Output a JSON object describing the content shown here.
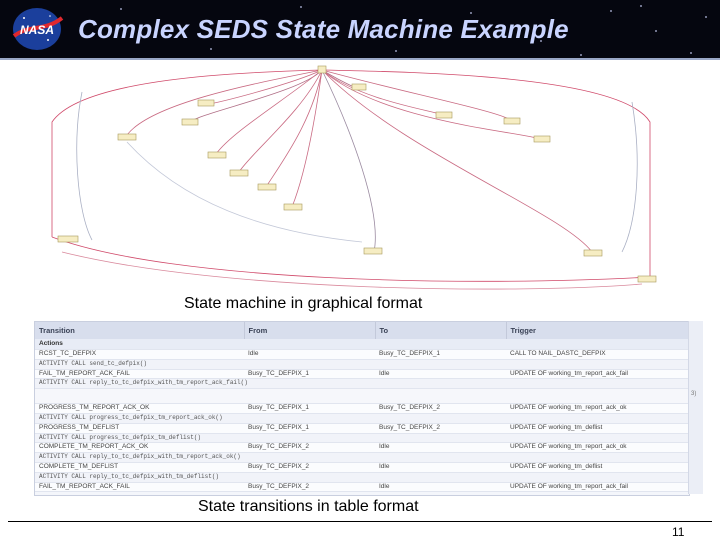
{
  "slide": {
    "title": "Complex SEDS State Machine Example",
    "logo_text": "NASA",
    "caption_graph": "State machine in graphical format",
    "caption_table": "State transitions in table format",
    "page_number": "11"
  },
  "colors": {
    "header_bg": "#05060f",
    "title": "#c9d4ff",
    "edge": "#d04a6a",
    "state_box": "#f6edc3",
    "table_header": "#d8deed"
  },
  "table": {
    "headers": [
      "Transition",
      "From",
      "To",
      "Trigger"
    ],
    "section_label": "Actions",
    "side_note": "3)",
    "rows": [
      {
        "kind": "trans",
        "cells": [
          "RCST_TC_DEFPIX",
          "Idle",
          "Busy_TC_DEFPIX_1",
          "CALL TO NAIL_DASTC_DEFPIX"
        ]
      },
      {
        "kind": "act",
        "cells": [
          "ACTIVITY CALL send_tc_defpix()",
          "",
          "",
          ""
        ]
      },
      {
        "kind": "trans",
        "cells": [
          "FAIL_TM_REPORT_ACK_FAIL",
          "Busy_TC_DEFPIX_1",
          "Idle",
          "UPDATE OF working_tm_report_ack_fail"
        ]
      },
      {
        "kind": "act",
        "cells": [
          "ACTIVITY CALL reply_to_tc_defpix_with_tm_report_ack_fail()",
          "",
          "",
          ""
        ]
      },
      {
        "kind": "gap",
        "cells": [
          "",
          "",
          "",
          ""
        ]
      },
      {
        "kind": "trans",
        "cells": [
          "PROGRESS_TM_REPORT_ACK_OK",
          "Busy_TC_DEFPIX_1",
          "Busy_TC_DEFPIX_2",
          "UPDATE OF working_tm_report_ack_ok"
        ]
      },
      {
        "kind": "act",
        "cells": [
          "ACTIVITY CALL progress_tc_defpix_tm_report_ack_ok()",
          "",
          "",
          ""
        ]
      },
      {
        "kind": "trans",
        "cells": [
          "PROGRESS_TM_DEFLIST",
          "Busy_TC_DEFPIX_1",
          "Busy_TC_DEFPIX_2",
          "UPDATE OF working_tm_deflist"
        ]
      },
      {
        "kind": "act",
        "cells": [
          "ACTIVITY CALL progress_tc_defpix_tm_deflist()",
          "",
          "",
          ""
        ]
      },
      {
        "kind": "trans",
        "cells": [
          "COMPLETE_TM_REPORT_ACK_OK",
          "Busy_TC_DEFPIX_2",
          "Idle",
          "UPDATE OF working_tm_report_ack_ok"
        ]
      },
      {
        "kind": "act",
        "cells": [
          "ACTIVITY CALL reply_to_tc_defpix_with_tm_report_ack_ok()",
          "",
          "",
          ""
        ]
      },
      {
        "kind": "trans",
        "cells": [
          "COMPLETE_TM_DEFLIST",
          "Busy_TC_DEFPIX_2",
          "Idle",
          "UPDATE OF working_tm_deflist"
        ]
      },
      {
        "kind": "act",
        "cells": [
          "ACTIVITY CALL reply_to_tc_defpix_with_tm_deflist()",
          "",
          "",
          ""
        ]
      },
      {
        "kind": "trans",
        "cells": [
          "FAIL_TM_REPORT_ACK_FAIL",
          "Busy_TC_DEFPIX_2",
          "Idle",
          "UPDATE OF working_tm_report_ack_fail"
        ]
      }
    ]
  }
}
